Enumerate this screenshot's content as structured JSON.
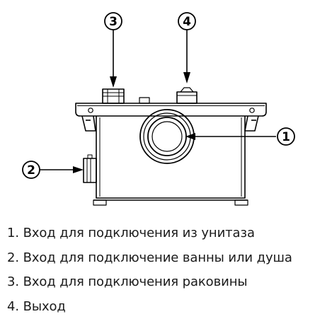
{
  "callouts": {
    "c1": "1",
    "c2": "2",
    "c3": "3",
    "c4": "4"
  },
  "legend": [
    "1. Вход для подключения из унитаза",
    "2. Вход для подключение ванны или душа",
    "3. Вход для подключения раковины",
    "4. Выход"
  ]
}
